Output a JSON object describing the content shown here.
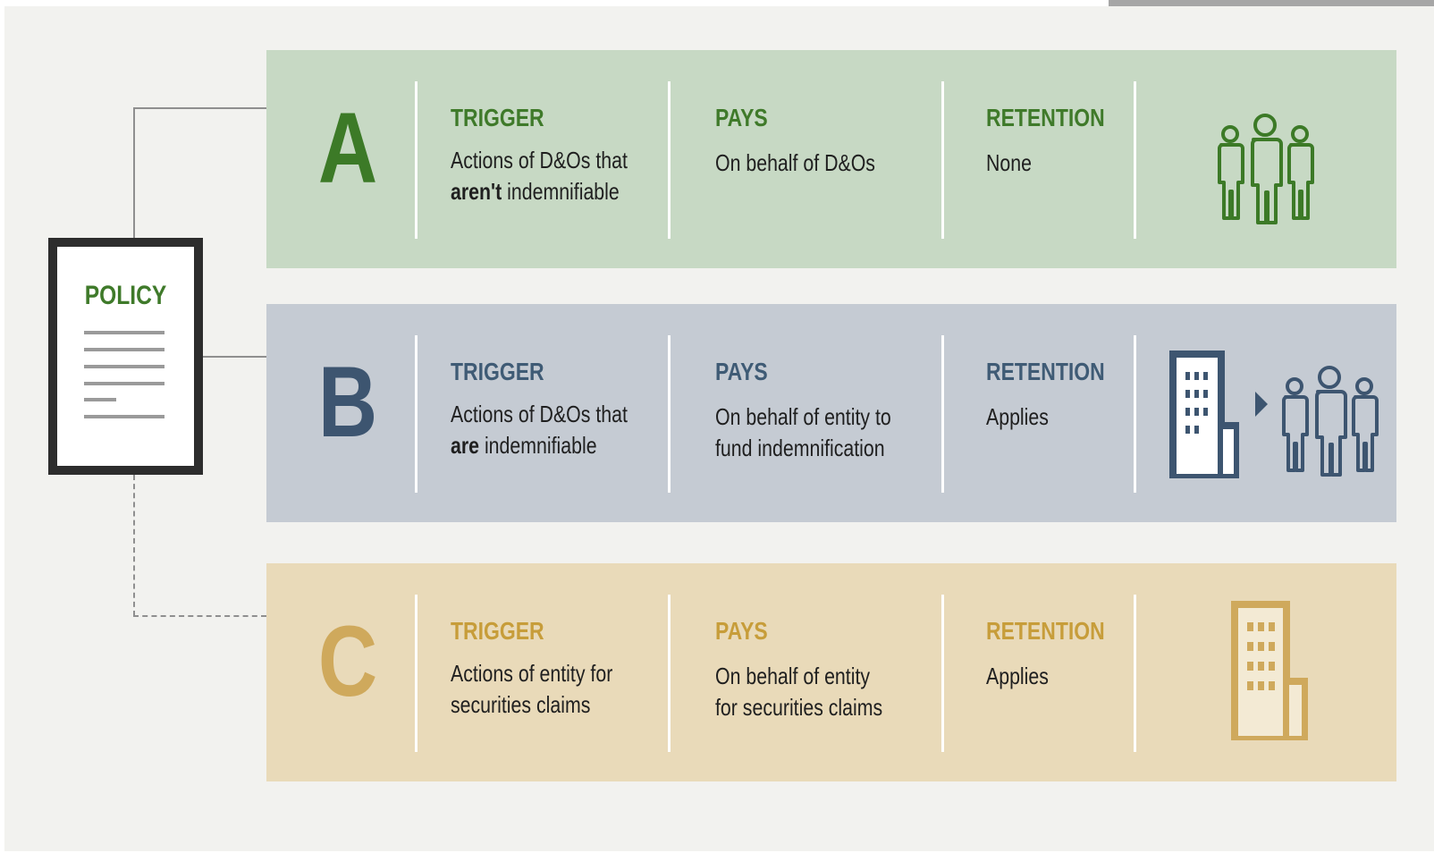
{
  "policy": {
    "title": "POLICY"
  },
  "rows": [
    {
      "letter": "A",
      "trigger": {
        "label": "TRIGGER",
        "line1": "Actions of D&Os that",
        "line2_bold": "aren't",
        "line2_rest": " indemnifiable"
      },
      "pays": {
        "label": "PAYS",
        "line1": "On behalf of D&Os",
        "line2": ""
      },
      "retention": {
        "label": "RETENTION",
        "value": "None"
      },
      "icon": "three-people-icon"
    },
    {
      "letter": "B",
      "trigger": {
        "label": "TRIGGER",
        "line1": "Actions of D&Os that",
        "line2_bold": "are",
        "line2_rest": " indemnifiable"
      },
      "pays": {
        "label": "PAYS",
        "line1": "On behalf of entity to",
        "line2": "fund indemnification"
      },
      "retention": {
        "label": "RETENTION",
        "value": "Applies"
      },
      "icon": "building-to-people-icon"
    },
    {
      "letter": "C",
      "trigger": {
        "label": "TRIGGER",
        "line1": "Actions of entity for",
        "line2_bold": "",
        "line2_rest": "securities claims"
      },
      "pays": {
        "label": "PAYS",
        "line1": "On behalf of entity",
        "line2": "for securities claims"
      },
      "retention": {
        "label": "RETENTION",
        "value": "Applies"
      },
      "icon": "building-icon"
    }
  ],
  "colors": {
    "green": "#3c7a27",
    "slate": "#3d5570",
    "gold": "#cfa95c",
    "row_a_bg": "#c7d9c4",
    "row_b_bg": "#c5cbd3",
    "row_c_bg": "#e9dab9"
  }
}
